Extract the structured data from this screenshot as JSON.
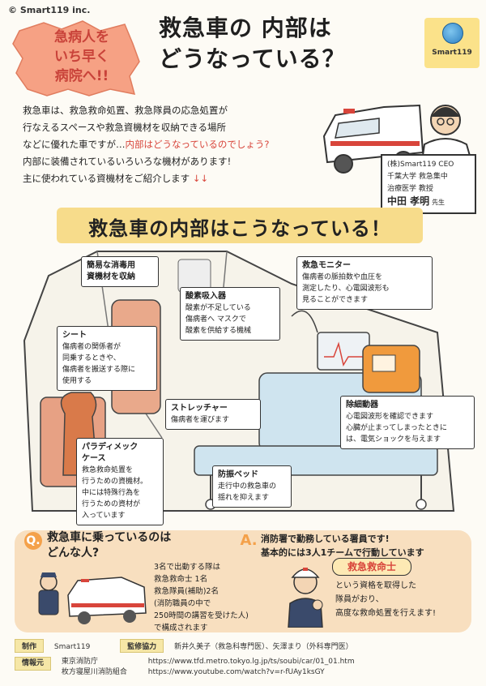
{
  "copyright": "© Smart119 inc.",
  "burst_lines": [
    "急病人を",
    "いち早く",
    "病院へ!!"
  ],
  "title_lines": [
    "救急車の 内部は",
    "どうなっている？"
  ],
  "logo": {
    "text": "Smart119",
    "accent": "#2d7fc1"
  },
  "intro": {
    "line1": "救急車は、救急救命処置、救急隊員の応急処置が",
    "line2": "行なえるスペースや救急資機材を収納できる場所",
    "line3_a": "などに優れた車ですが…",
    "line3_hl": "内部はどうなっているのでしょう?",
    "line4": "内部に装備されているいろいろな機材があります!",
    "line5": "主に使われている資機材をご紹介します",
    "arrows": "↓↓"
  },
  "doctor": {
    "line1": "(株)Smart119 CEO",
    "line2": "千葉大学 救急集中",
    "line3": "治療医学 教授",
    "name": "中田 孝明",
    "suffix": "先生"
  },
  "banner": "救急車の内部はこうなっている！",
  "labels": {
    "kani": {
      "title": "簡易な消毒用",
      "body": "資機材を収納"
    },
    "monitor": {
      "title": "救急モニター",
      "body1": "傷病者の脈拍数や血圧を",
      "body2": "測定したり、心電図波形も",
      "body3": "見ることができます"
    },
    "oxygen": {
      "title": "酸素吸入器",
      "body1": "酸素が不足している",
      "body2": "傷病者へ マスクで",
      "body3": "酸素を供給する機械"
    },
    "seat": {
      "title": "シート",
      "body1": "傷病者の関係者が",
      "body2": "同乗するときや、",
      "body3": "傷病者を搬送する際に",
      "body4": "使用する"
    },
    "stretcher": {
      "title": "ストレッチャー",
      "body": "傷病者を運びます"
    },
    "defib": {
      "title": "除細動器",
      "body1": "心電図波形を確認できます",
      "body2": "心臓が止まってしまったときに",
      "body3": "は、電気ショックを与えます"
    },
    "para": {
      "title": "パラディメック",
      "title2": "ケース",
      "body1": "救急救命処置を",
      "body2": "行うための資機材。",
      "body3": "中には特殊行為を",
      "body4": "行うための資材が",
      "body5": "入っています"
    },
    "bed": {
      "title": "防振ベッド",
      "body1": "走行中の救急車の",
      "body2": "揺れを抑えます"
    }
  },
  "qa": {
    "q_mark": "Q.",
    "q_line1": "救急車に乗っているのは",
    "q_line2": "どんな人?",
    "staff1": "3名で出動する隊は",
    "staff2": "救急救命士 1名",
    "staff3": "救急隊員(補助)2名",
    "staff4": "(消防職員の中で",
    "staff5": "250時間の講習を受けた人)",
    "staff6": "で構成されます",
    "a_mark": "A.",
    "a_line1": "消防署で勤務している署員です!",
    "a_line2": "基本的には3人1チームで行動しています",
    "rescuer": "救急救命士",
    "a_desc1": "という資格を取得した",
    "a_desc2": "隊員がおり、",
    "a_desc3": "高度な救命処置を行えます!"
  },
  "footer": {
    "produce_label": "制作",
    "produce_value": "Smart119",
    "supervise_label": "監修協力",
    "supervise_value": "新井久美子（救急科専門医）、矢澤まり（外科専門医）",
    "source_label": "情報元",
    "source1_name": "東京消防庁",
    "source1_url": "https://www.tfd.metro.tokyo.lg.jp/ts/soubi/car/01_01.htm",
    "source2_name": "枚方寝屋川消防組合",
    "source2_url": "https://www.youtube.com/watch?v=r-fUAy1ksGY"
  }
}
